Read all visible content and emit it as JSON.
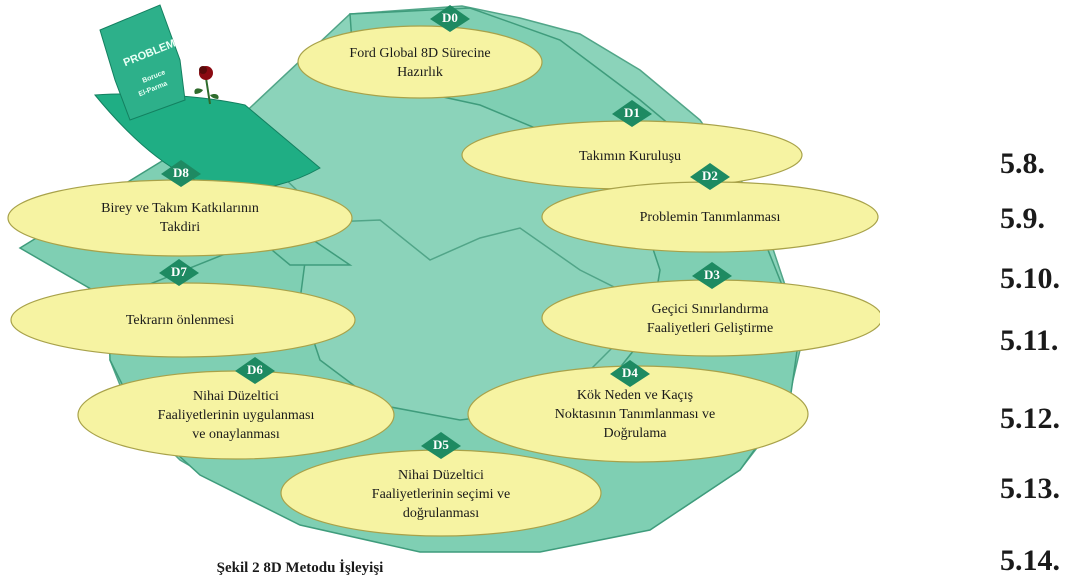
{
  "steps": [
    {
      "tag": "D0",
      "text": "Ford Global 8D Sürecine\nHazırlık"
    },
    {
      "tag": "D1",
      "text": "Takımın Kuruluşu"
    },
    {
      "tag": "D2",
      "text": "Problemin Tanımlanması"
    },
    {
      "tag": "D3",
      "text": "Geçici Sınırlandırma\nFaaliyetleri Geliştirme"
    },
    {
      "tag": "D4",
      "text": "Kök Neden ve Kaçış\nNoktasının Tanımlanması ve\nDoğrulama"
    },
    {
      "tag": "D5",
      "text": "Nihai Düzeltici\nFaaliyetlerinin seçimi ve\ndoğrulanması"
    },
    {
      "tag": "D6",
      "text": "Nihai Düzeltici\nFaaliyetlerinin uygulanması\nve onaylanması"
    },
    {
      "tag": "D7",
      "text": "Tekrarın önlenmesi"
    },
    {
      "tag": "D8",
      "text": "Birey ve Takım Katkılarının\nTakdiri"
    }
  ],
  "tombstone": {
    "title": "PROBLEM",
    "line1": "Boruce",
    "line2": "El-Parma"
  },
  "caption": "Şekil 2 8D Metodu İşleyişi",
  "sections": [
    "5.8.",
    "5.9.",
    "5.10.",
    "5.11.",
    "5.12.",
    "5.13.",
    "5.14."
  ],
  "colors": {
    "ring": "#7fcfb3",
    "ring_edge": "#3f9c7c",
    "ellipse": "#f6f3a2",
    "ellipse_edge": "#a8a24a",
    "tag": "#1e8a62",
    "grass": "#1fae84",
    "stone": "#2db08a",
    "rose": "#8b0a12"
  }
}
